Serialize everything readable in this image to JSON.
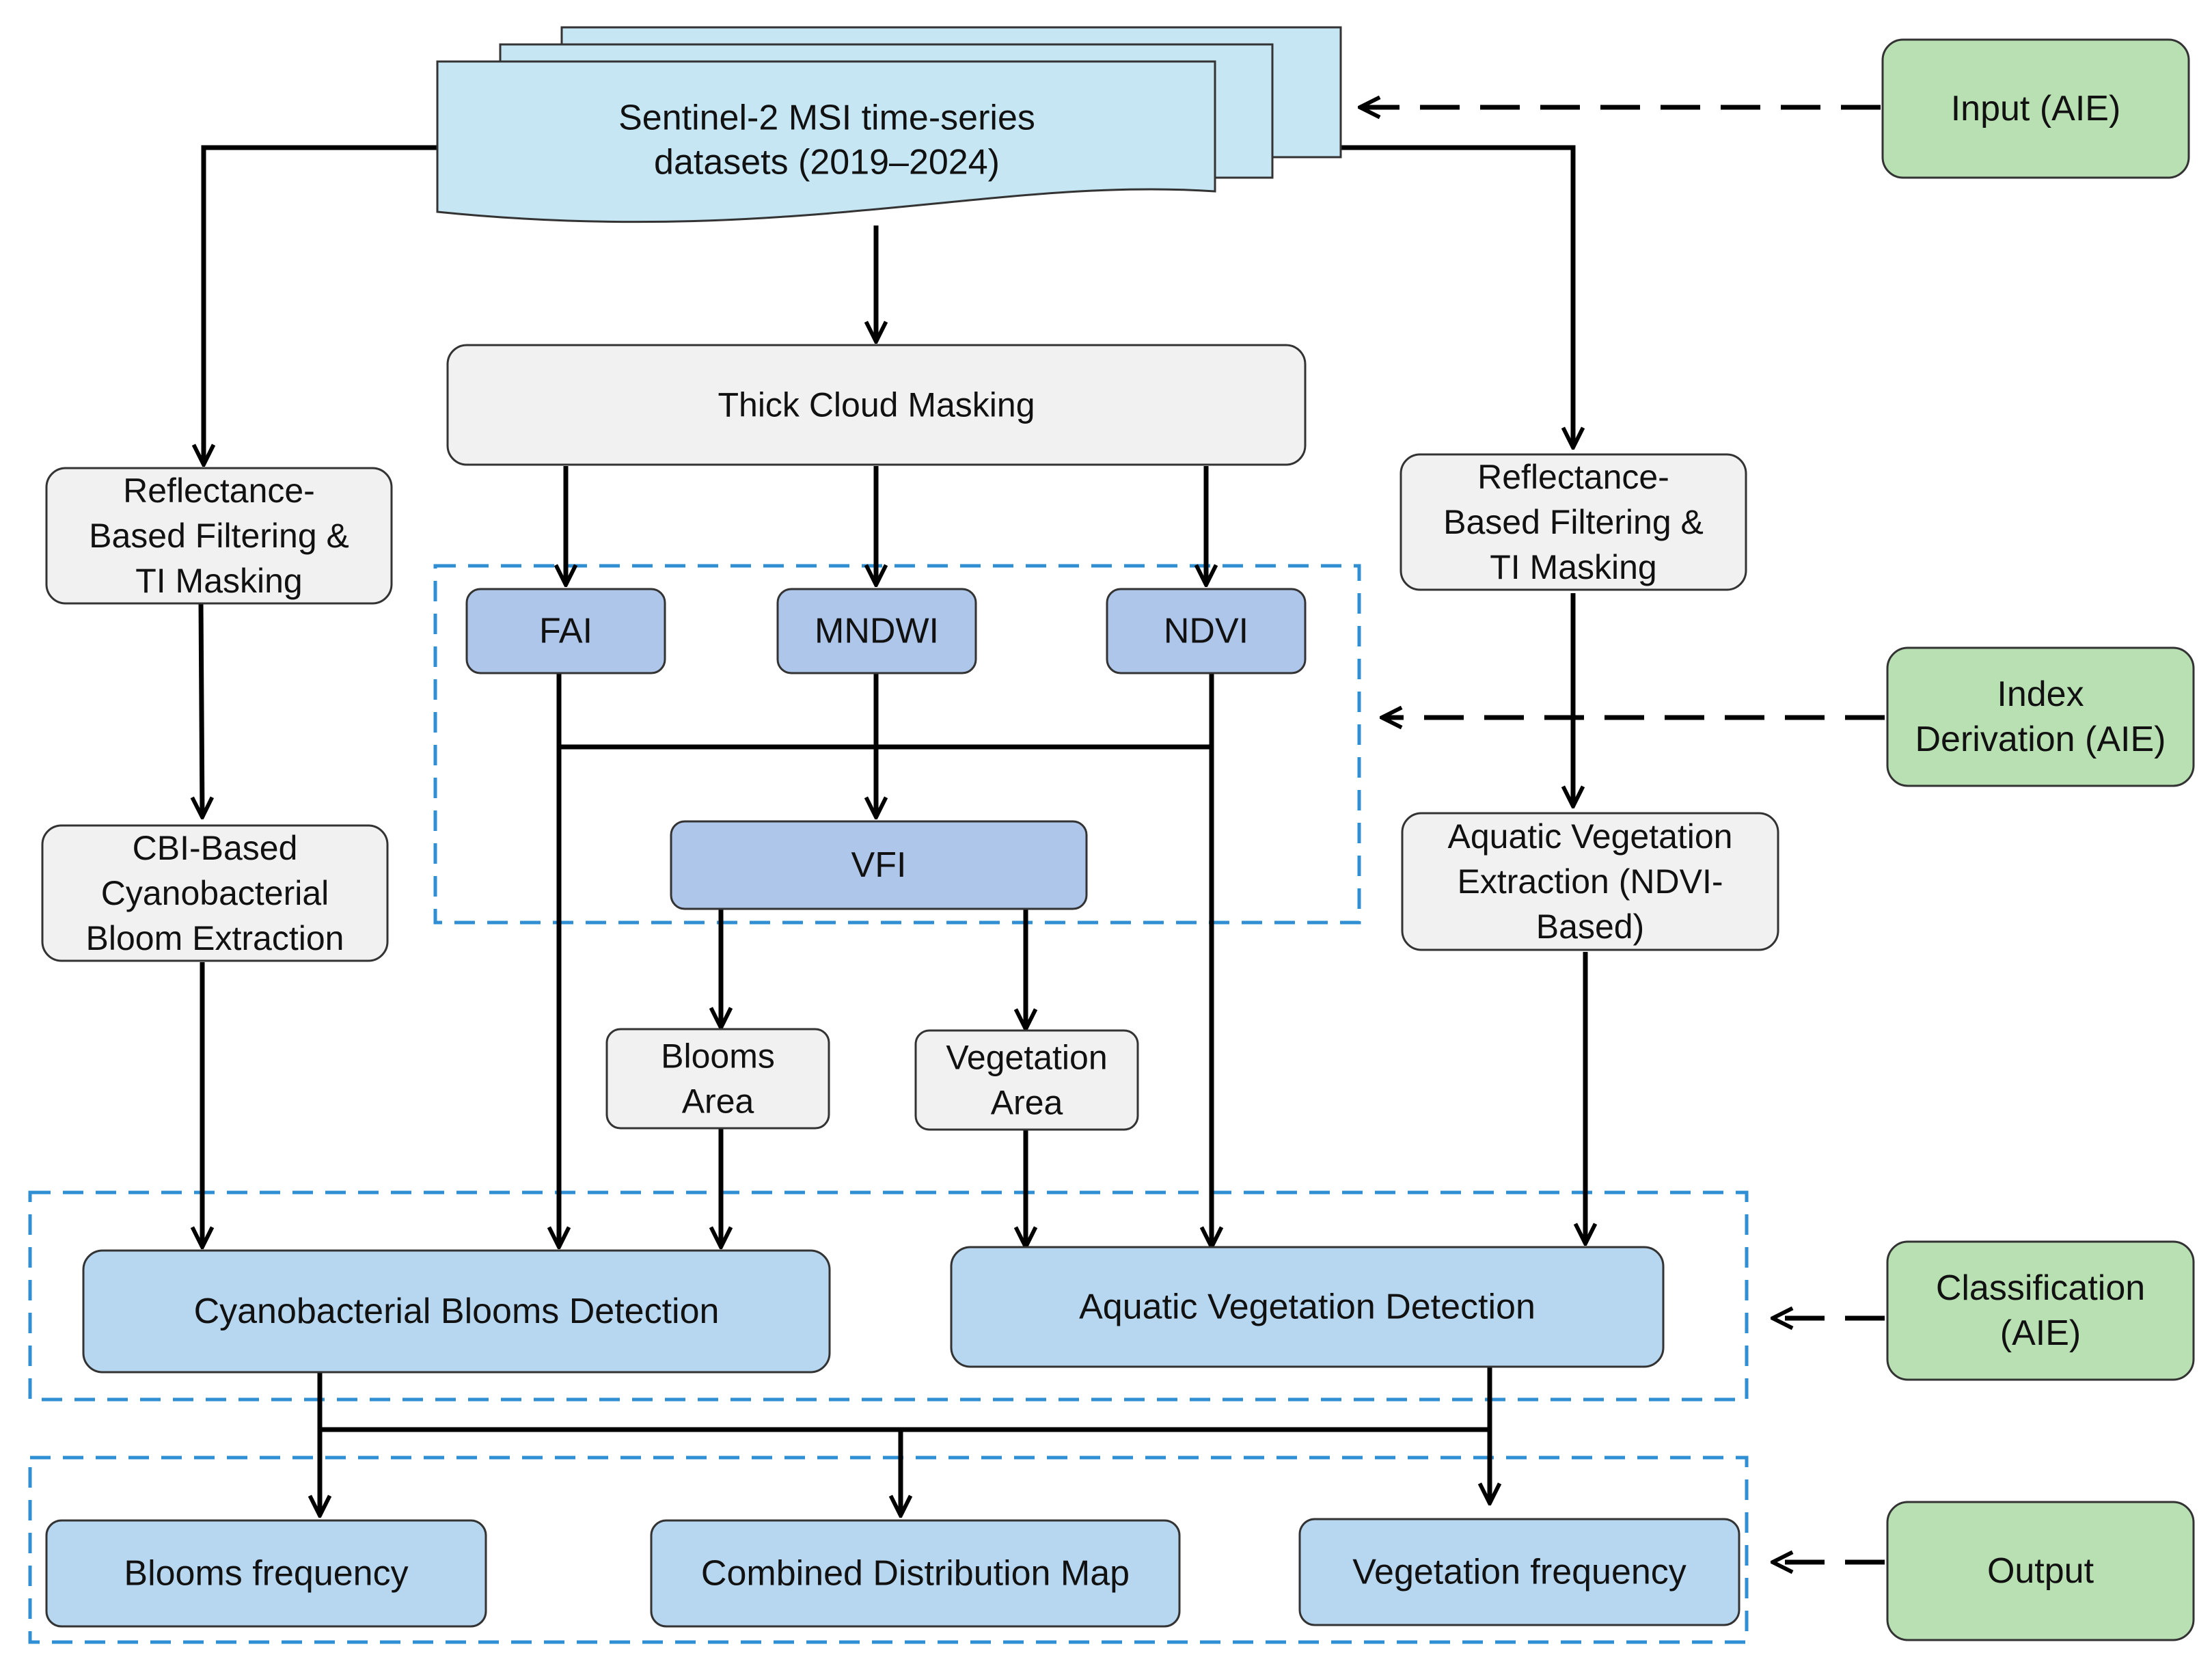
{
  "diagram": {
    "colors": {
      "data_fill": "#c5e6f2",
      "grey_fill": "#f1f1f1",
      "index_fill": "#aec6e9",
      "result_fill": "#b6d7ef",
      "side_fill": "#b9e0b3",
      "line": "#000000",
      "dash_box": "#2f8fd2"
    },
    "nodes": {
      "sentinel": {
        "lines": [
          "Sentinel-2 MSI time-series",
          "datasets (2019–2024)"
        ]
      },
      "thick_cloud": {
        "lines": [
          "Thick Cloud Masking"
        ]
      },
      "refl_left": {
        "lines": [
          "Reflectance-",
          "Based Filtering &",
          "TI Masking"
        ]
      },
      "refl_right": {
        "lines": [
          "Reflectance-",
          "Based Filtering &",
          "TI Masking"
        ]
      },
      "fai": {
        "lines": [
          "FAI"
        ]
      },
      "mndwi": {
        "lines": [
          "MNDWI"
        ]
      },
      "ndvi": {
        "lines": [
          "NDVI"
        ]
      },
      "vfi": {
        "lines": [
          "VFI"
        ]
      },
      "cbi": {
        "lines": [
          "CBI-Based",
          "Cyanobacterial",
          "Bloom Extraction"
        ]
      },
      "aquatic_extract": {
        "lines": [
          "Aquatic Vegetation",
          "Extraction (NDVI-",
          "Based)"
        ]
      },
      "blooms_area": {
        "lines": [
          "Blooms",
          "Area"
        ]
      },
      "veg_area": {
        "lines": [
          "Vegetation",
          "Area"
        ]
      },
      "cyano_detect": {
        "lines": [
          "Cyanobacterial Blooms Detection"
        ]
      },
      "aquatic_detect": {
        "lines": [
          "Aquatic Vegetation Detection"
        ]
      },
      "blooms_freq": {
        "lines": [
          "Blooms frequency"
        ]
      },
      "combined_map": {
        "lines": [
          "Combined Distribution Map"
        ]
      },
      "veg_freq": {
        "lines": [
          "Vegetation frequency"
        ]
      }
    },
    "side_labels": {
      "input": {
        "lines": [
          "Input (AIE)"
        ]
      },
      "index": {
        "lines": [
          "Index",
          "Derivation (AIE)"
        ]
      },
      "classification": {
        "lines": [
          "Classification",
          "(AIE)"
        ]
      },
      "output": {
        "lines": [
          "Output"
        ]
      }
    }
  }
}
